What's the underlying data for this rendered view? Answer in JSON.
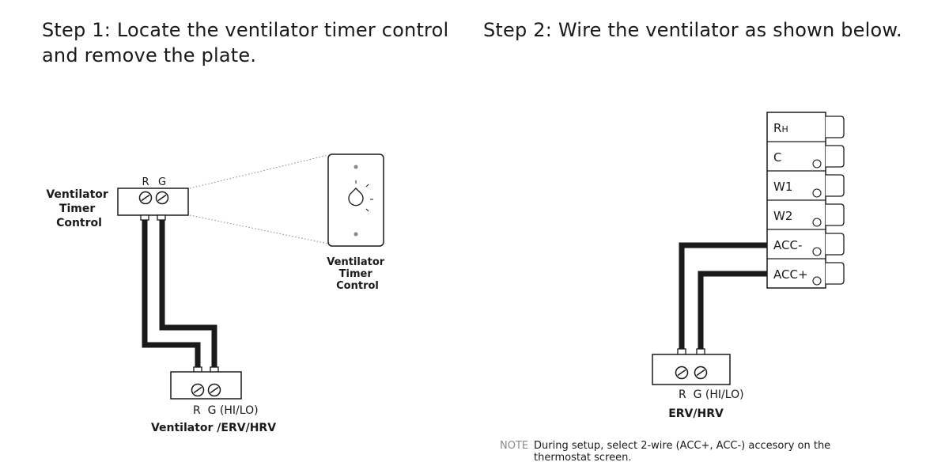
{
  "step1": {
    "title_line1": "Step 1: Locate the ventilator timer control",
    "title_line2": "and remove the plate."
  },
  "step2": {
    "title": "Step 2: Wire the ventilator as shown below."
  },
  "timer_control": {
    "label_lines": [
      "Ventilator",
      "Timer",
      "Control"
    ],
    "terminal_r": "R",
    "terminal_g": "G"
  },
  "wall_plate": {
    "label_lines": [
      "Ventilator",
      "Timer",
      "Control"
    ]
  },
  "ventilator_unit": {
    "terminals_label": "R  G (HI/LO)",
    "label": "Ventilator /ERV/HRV"
  },
  "erv_unit": {
    "terminals_label": "R  G (HI/LO)",
    "label": "ERV/HRV"
  },
  "thermostat": {
    "terminals": [
      {
        "main": "R",
        "sub": "H",
        "has_circle": false
      },
      {
        "main": "C",
        "sub": "",
        "has_circle": true
      },
      {
        "main": "W1",
        "sub": "",
        "has_circle": true
      },
      {
        "main": "W2",
        "sub": "",
        "has_circle": true
      },
      {
        "main": "ACC-",
        "sub": "",
        "has_circle": true
      },
      {
        "main": "ACC+",
        "sub": "",
        "has_circle": true
      }
    ]
  },
  "note": {
    "label": "NOTE",
    "text": "During setup, select 2-wire (ACC+, ACC-) accesory on the thermostat screen."
  }
}
